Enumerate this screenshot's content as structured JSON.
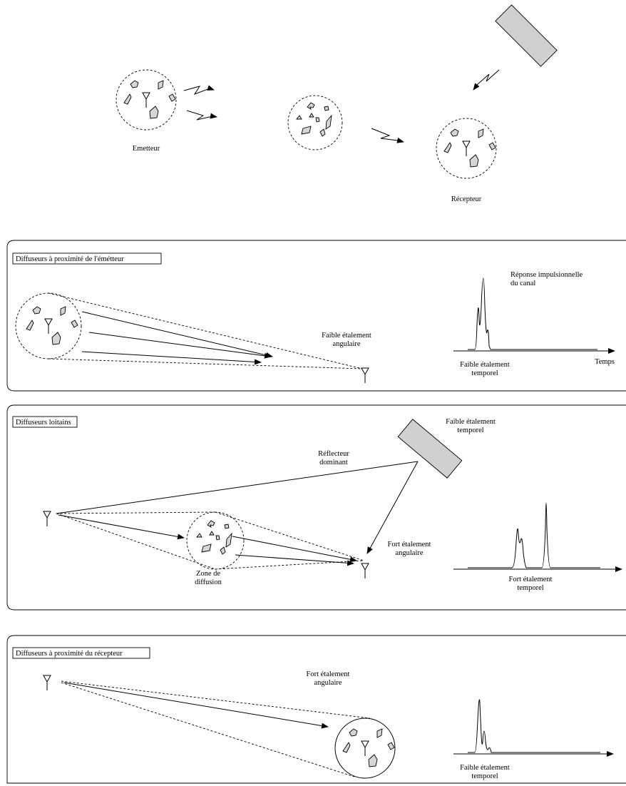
{
  "top": {
    "emitter_label": "Emetteur",
    "receiver_label": "Récepteur"
  },
  "panel1": {
    "title": "Diffuseurs à proximité de l'émétteur",
    "angular_label_1": "Faible étalement",
    "angular_label_2": "angulaire",
    "response_label_1": "Réponse impulsionnelle",
    "response_label_2": "du canal",
    "temporal_label_1": "Faible étalement",
    "temporal_label_2": "temporel",
    "time_axis_label": "Temps"
  },
  "panel2": {
    "title": "Diffuseurs loitains",
    "reflector_temporal_1": "Faible étalement",
    "reflector_temporal_2": "temporel",
    "reflector_label_1": "Réflecteur",
    "reflector_label_2": "dominant",
    "angular_label_1": "Fort étalement",
    "angular_label_2": "angulaire",
    "zone_label_1": "Zone de",
    "zone_label_2": "diffusion",
    "temporal_label_1": "Fort étalement",
    "temporal_label_2": "temporel"
  },
  "panel3": {
    "title": "Diffuseurs à proximité du récepteur",
    "angular_label_1": "Fort étalement",
    "angular_label_2": "angulaire",
    "temporal_label_1": "Faible étalement",
    "temporal_label_2": "temporel"
  },
  "colors": {
    "scatterer_fill": "#d6d6d6",
    "reflector_fill": "#d0d0d0",
    "line": "#000000"
  }
}
